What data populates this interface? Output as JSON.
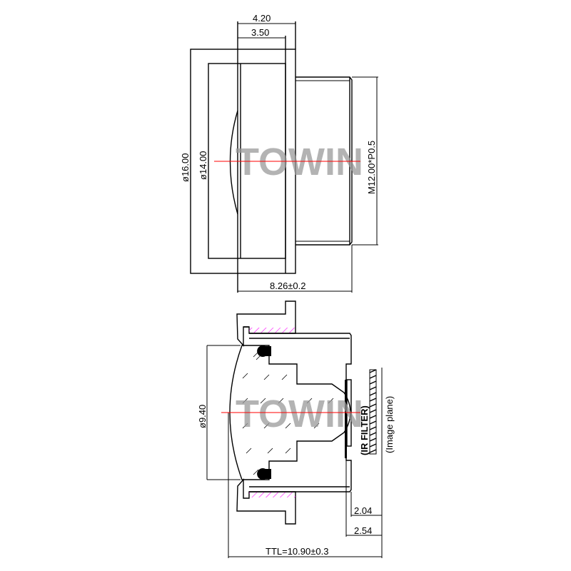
{
  "watermark": "TOWIN",
  "top_view": {
    "dim_overall_width": "4.20",
    "dim_flange_width": "3.50",
    "dim_outer_diameter": "ø16.00",
    "dim_inner_diameter": "ø14.00",
    "dim_thread": "M12.00*P0.5",
    "dim_length": "8.26±0.2"
  },
  "section_view": {
    "dim_lens_diameter": "ø9.40",
    "label_ir_filter": "(IR FILTER)",
    "label_image_plane": "(Image plane)",
    "dim_2_04": "2.04",
    "dim_2_54": "2.54",
    "dim_ttl": "TTL=10.90±0.3"
  },
  "colors": {
    "holder": "#fff6b0",
    "holder_hatch": "#e6d800",
    "thread_hatch": "#ff00ff",
    "axis": "#ff0000"
  }
}
